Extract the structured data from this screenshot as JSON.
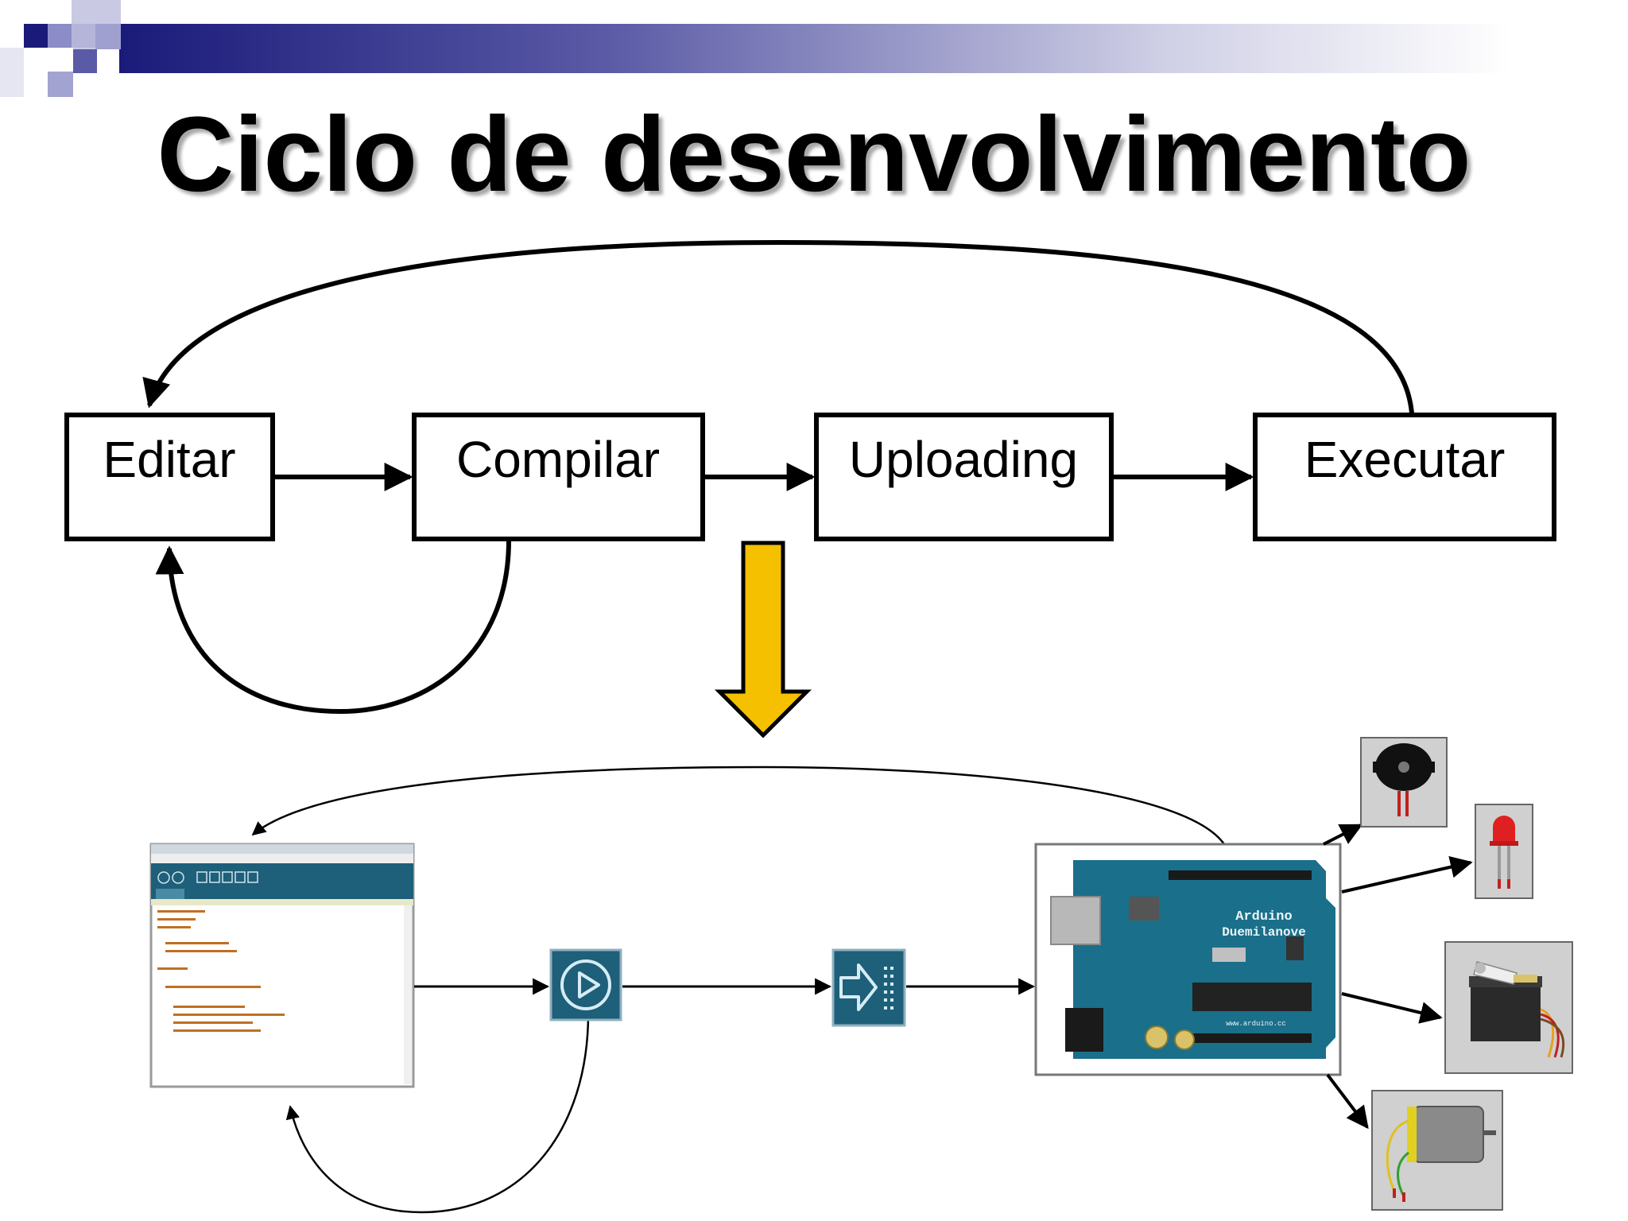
{
  "slide": {
    "title": "Ciclo de desenvolvimento"
  },
  "flow": {
    "steps": [
      {
        "id": "editar",
        "label": "Editar"
      },
      {
        "id": "compilar",
        "label": "Compilar"
      },
      {
        "id": "uploading",
        "label": "Uploading"
      },
      {
        "id": "executar",
        "label": "Executar"
      }
    ],
    "arrow_color": "#f5c000"
  },
  "illustration": {
    "board_text_1": "Arduino",
    "board_text_2": "Duemilanove",
    "board_url": "www.arduino.cc",
    "outputs": [
      "buzzer-icon",
      "led-icon",
      "servo-icon",
      "motor-icon"
    ]
  },
  "colors": {
    "header_dark": "#1a1a7a",
    "header_light": "#8c8cc8",
    "board_blue": "#1a6f8a",
    "ide_teal": "#1e5f7a"
  }
}
